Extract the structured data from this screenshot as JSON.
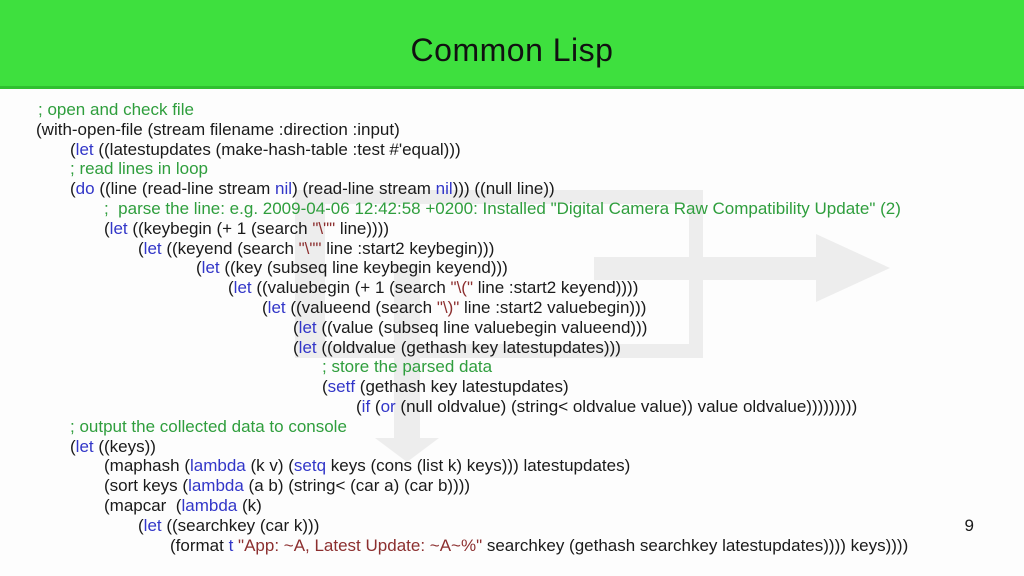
{
  "slide": {
    "title": "Common Lisp",
    "page_number": "9",
    "colors": {
      "header_green": "#3ee03e",
      "header_border": "#2fbf2f",
      "comment": "#2f9e3d",
      "keyword": "#3236c8",
      "string": "#8c2f2f",
      "code_text": "#1a1a1a",
      "shape_gray": "#ededed"
    },
    "code": {
      "language": "Common Lisp",
      "lines": [
        {
          "indent": 38,
          "segments": [
            {
              "t": "; open and check file",
              "c": "comment"
            }
          ]
        },
        {
          "indent": 36,
          "segments": [
            {
              "t": "(with-open-file (stream filename :direction :input)",
              "c": "plain"
            }
          ]
        },
        {
          "indent": 70,
          "segments": [
            {
              "t": "(",
              "c": "plain"
            },
            {
              "t": "let",
              "c": "keyword"
            },
            {
              "t": " ((latestupdates (make-hash-table :test #'equal)))",
              "c": "plain"
            }
          ]
        },
        {
          "indent": 70,
          "segments": [
            {
              "t": "; read lines in loop",
              "c": "comment"
            }
          ]
        },
        {
          "indent": 70,
          "segments": [
            {
              "t": "(",
              "c": "plain"
            },
            {
              "t": "do",
              "c": "keyword"
            },
            {
              "t": " ((line (read-line stream ",
              "c": "plain"
            },
            {
              "t": "nil",
              "c": "keyword"
            },
            {
              "t": ") (read-line stream ",
              "c": "plain"
            },
            {
              "t": "nil",
              "c": "keyword"
            },
            {
              "t": "))) ((null line))",
              "c": "plain"
            }
          ]
        },
        {
          "indent": 104,
          "segments": [
            {
              "t": ";  parse the line: e.g. 2009-04-06 12:42:58 +0200: Installed \"Digital Camera Raw Compatibility Update\" (2)",
              "c": "comment"
            }
          ]
        },
        {
          "indent": 104,
          "segments": [
            {
              "t": "(",
              "c": "plain"
            },
            {
              "t": "let",
              "c": "keyword"
            },
            {
              "t": " ((keybegin (+ 1 (search ",
              "c": "plain"
            },
            {
              "t": "\"\\\"\"",
              "c": "string"
            },
            {
              "t": " line))))",
              "c": "plain"
            }
          ]
        },
        {
          "indent": 138,
          "segments": [
            {
              "t": "(",
              "c": "plain"
            },
            {
              "t": "let",
              "c": "keyword"
            },
            {
              "t": " ((keyend (search ",
              "c": "plain"
            },
            {
              "t": "\"\\\"\"",
              "c": "string"
            },
            {
              "t": " line :start2 keybegin)))",
              "c": "plain"
            }
          ]
        },
        {
          "indent": 196,
          "segments": [
            {
              "t": "(",
              "c": "plain"
            },
            {
              "t": "let",
              "c": "keyword"
            },
            {
              "t": " ((key (subseq line keybegin keyend)))",
              "c": "plain"
            }
          ]
        },
        {
          "indent": 228,
          "segments": [
            {
              "t": "(",
              "c": "plain"
            },
            {
              "t": "let",
              "c": "keyword"
            },
            {
              "t": " ((valuebegin (+ 1 (search ",
              "c": "plain"
            },
            {
              "t": "\"\\(\"",
              "c": "string"
            },
            {
              "t": " line :start2 keyend))))",
              "c": "plain"
            }
          ]
        },
        {
          "indent": 262,
          "segments": [
            {
              "t": "(",
              "c": "plain"
            },
            {
              "t": "let",
              "c": "keyword"
            },
            {
              "t": " ((valueend (search ",
              "c": "plain"
            },
            {
              "t": "\"\\)\"",
              "c": "string"
            },
            {
              "t": " line :start2 valuebegin)))",
              "c": "plain"
            }
          ]
        },
        {
          "indent": 293,
          "segments": [
            {
              "t": "(",
              "c": "plain"
            },
            {
              "t": "let",
              "c": "keyword"
            },
            {
              "t": " ((value (subseq line valuebegin valueend)))",
              "c": "plain"
            }
          ]
        },
        {
          "indent": 293,
          "segments": [
            {
              "t": "(",
              "c": "plain"
            },
            {
              "t": "let",
              "c": "keyword"
            },
            {
              "t": " ((oldvalue (gethash key latestupdates)))",
              "c": "plain"
            }
          ]
        },
        {
          "indent": 322,
          "segments": [
            {
              "t": "; store the parsed data",
              "c": "comment"
            }
          ]
        },
        {
          "indent": 322,
          "segments": [
            {
              "t": "(",
              "c": "plain"
            },
            {
              "t": "setf",
              "c": "keyword"
            },
            {
              "t": " (gethash key latestupdates)",
              "c": "plain"
            }
          ]
        },
        {
          "indent": 356,
          "segments": [
            {
              "t": "(",
              "c": "plain"
            },
            {
              "t": "if",
              "c": "keyword"
            },
            {
              "t": " (",
              "c": "plain"
            },
            {
              "t": "or",
              "c": "keyword"
            },
            {
              "t": " (null oldvalue) (string< oldvalue value)) value oldvalue)))))))))",
              "c": "plain"
            }
          ]
        },
        {
          "indent": 70,
          "segments": [
            {
              "t": "; output the collected data to console",
              "c": "comment"
            }
          ]
        },
        {
          "indent": 70,
          "segments": [
            {
              "t": "(",
              "c": "plain"
            },
            {
              "t": "let",
              "c": "keyword"
            },
            {
              "t": " ((keys))",
              "c": "plain"
            }
          ]
        },
        {
          "indent": 104,
          "segments": [
            {
              "t": "(maphash (",
              "c": "plain"
            },
            {
              "t": "lambda",
              "c": "keyword"
            },
            {
              "t": " (k v) (",
              "c": "plain"
            },
            {
              "t": "setq",
              "c": "keyword"
            },
            {
              "t": " keys (cons (list k) keys))) latestupdates)",
              "c": "plain"
            }
          ]
        },
        {
          "indent": 104,
          "segments": [
            {
              "t": "(sort keys (",
              "c": "plain"
            },
            {
              "t": "lambda",
              "c": "keyword"
            },
            {
              "t": " (a b) (string< (car a) (car b))))",
              "c": "plain"
            }
          ]
        },
        {
          "indent": 104,
          "segments": [
            {
              "t": "(mapcar  (",
              "c": "plain"
            },
            {
              "t": "lambda",
              "c": "keyword"
            },
            {
              "t": " (k)",
              "c": "plain"
            }
          ]
        },
        {
          "indent": 138,
          "segments": [
            {
              "t": "(",
              "c": "plain"
            },
            {
              "t": "let",
              "c": "keyword"
            },
            {
              "t": " ((searchkey (car k)))",
              "c": "plain"
            }
          ]
        },
        {
          "indent": 170,
          "segments": [
            {
              "t": "(format ",
              "c": "plain"
            },
            {
              "t": "t",
              "c": "keyword"
            },
            {
              "t": " ",
              "c": "plain"
            },
            {
              "t": "\"App: ~A, Latest Update: ~A~%\"",
              "c": "string"
            },
            {
              "t": " searchkey (gethash searchkey latestupdates)))) keys))))",
              "c": "plain"
            }
          ]
        }
      ]
    }
  }
}
